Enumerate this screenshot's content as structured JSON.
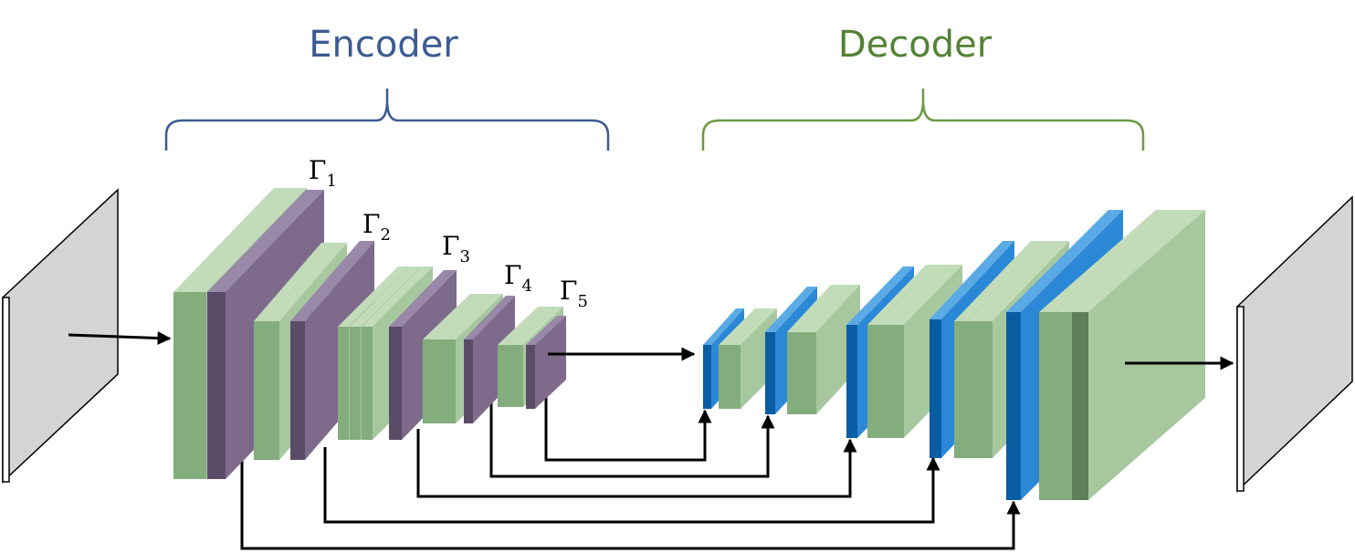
{
  "labels": {
    "encoder": "Encoder",
    "decoder": "Decoder",
    "gamma_symbol": "Γ",
    "gammas": [
      "1",
      "2",
      "3",
      "4",
      "5"
    ]
  },
  "colors": {
    "encoder_title": "#3c5b93",
    "decoder_title": "#548235",
    "encoder_brace": "#3c5b93",
    "decoder_brace": "#6b9a45",
    "green_face": "#83ad7c",
    "green_side": "#a7c89f",
    "green_top": "#c2dcba",
    "purple_face": "#5a4c66",
    "purple_side": "#7e6b8c",
    "purple_top": "#9a88a8",
    "blue_face": "#0a5da3",
    "blue_side": "#2a88d6",
    "blue_top": "#5aaae6",
    "big_green_face": "#5f7f5b",
    "image_face": "#d4d4d4",
    "arrow": "#000000"
  }
}
